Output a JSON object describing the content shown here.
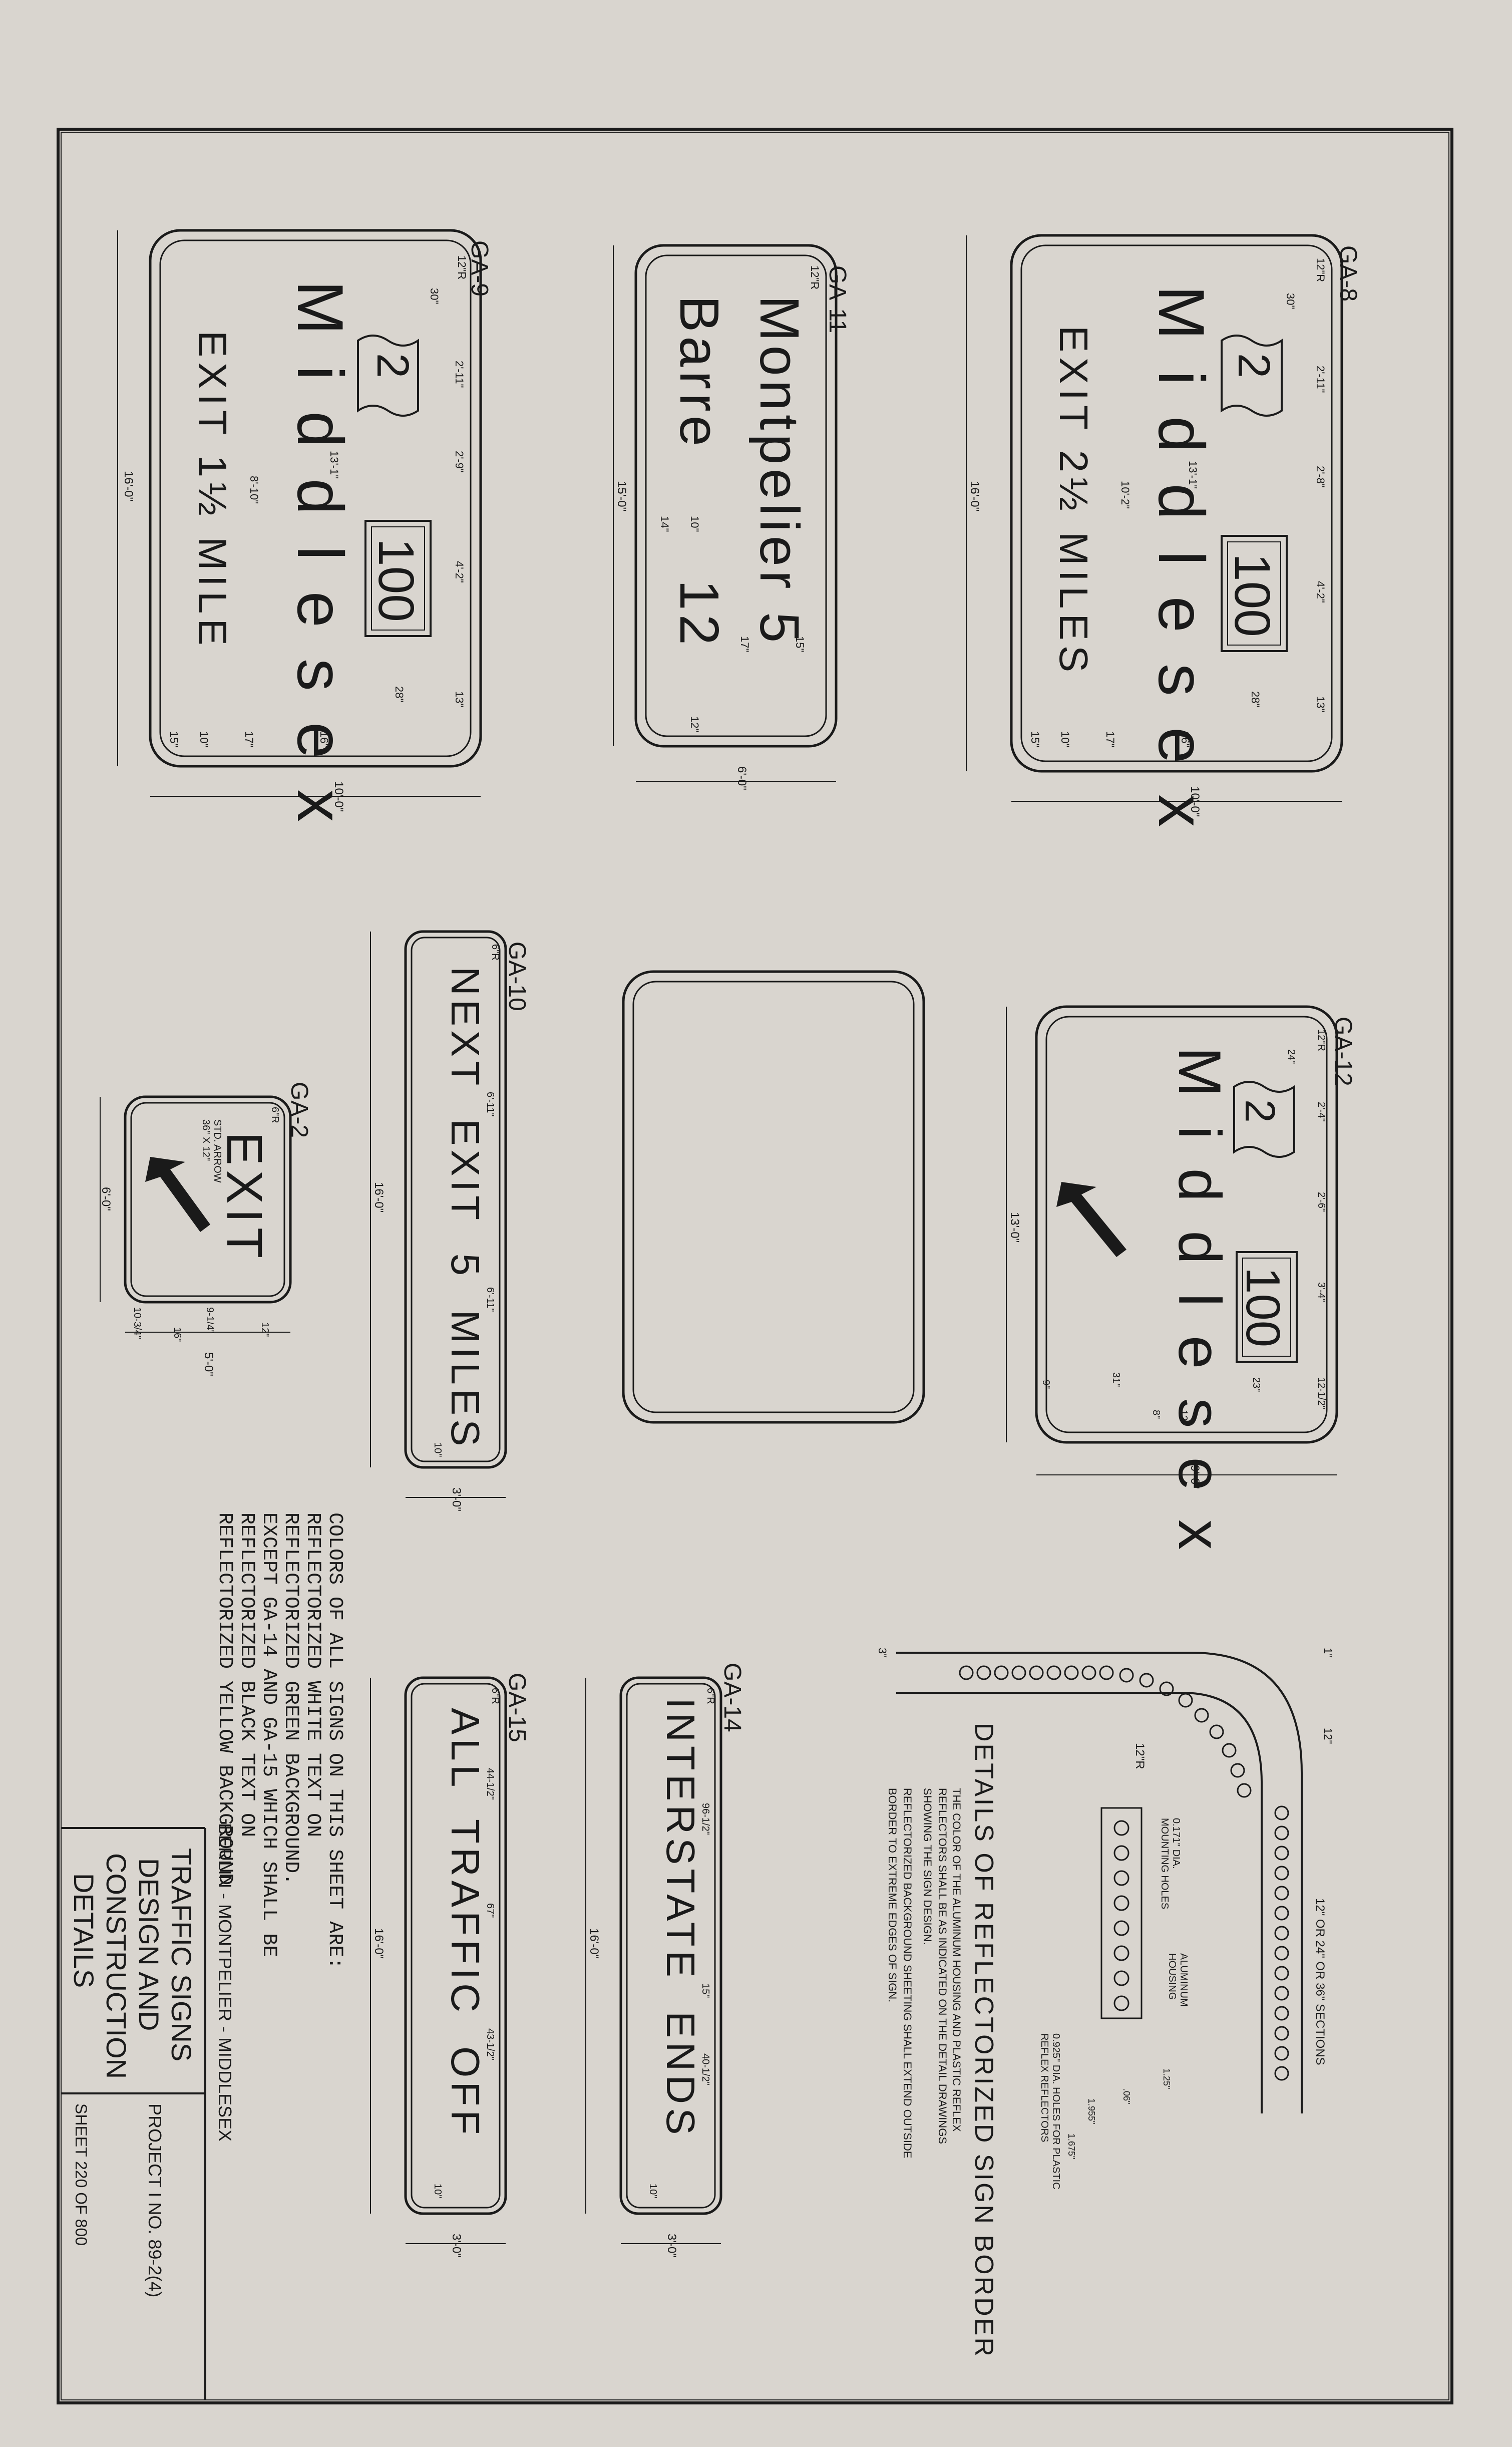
{
  "signs": [
    {
      "id": "GA-9",
      "lines": [
        "Middlesex",
        "EXIT 1½ MILE"
      ],
      "shield_route": "2",
      "box_route": "100",
      "dims": {
        "length": "16'-0\"",
        "height": "10'-0\"",
        "corner": "12\"R",
        "d1": "30\"",
        "d2": "2'-11\"",
        "d3": "2'-9\"",
        "d4": "4'-2\"",
        "d5": "13\"",
        "d6": "28\"",
        "d7": "13'-1\"",
        "d8": "8'-10\"",
        "d9": "15\"",
        "d10": "10\"",
        "d11": "17\"",
        "d12": "16\""
      }
    },
    {
      "id": "GA-11",
      "lines": [
        "Montpelier 5",
        "Barre 12"
      ],
      "dims": {
        "length": "15'-0\"",
        "height": "6'-0\"",
        "corner": "12\"R",
        "d1": "14\"",
        "d2": "10\"",
        "d3": "17\"",
        "d4": "15\"",
        "d5": "12\""
      }
    },
    {
      "id": "GA-8",
      "lines": [
        "Middlesex",
        "EXIT 2½ MILES"
      ],
      "shield_route": "2",
      "box_route": "100",
      "dims": {
        "length": "16'-0\"",
        "height": "10'-0\"",
        "corner": "12\"R",
        "d1": "30\"",
        "d2": "2'-11\"",
        "d3": "2'-8\"",
        "d4": "4'-2\"",
        "d5": "13\"",
        "d6": "28\"",
        "d7": "13'-1\"",
        "d8": "10'-2\"",
        "d9": "15\"",
        "d10": "10\"",
        "d11": "17\"",
        "d12": "16\""
      }
    },
    {
      "id": "GA-10",
      "lines": [
        "NEXT EXIT 5 MILES"
      ],
      "dims": {
        "length": "16'-0\"",
        "height": "3'-0\"",
        "corner": "6\"R",
        "d1": "6'-11\"",
        "d2": "6'-11\"",
        "d3": "10\""
      }
    },
    {
      "id": "GA-12",
      "lines": [
        "Middlesex"
      ],
      "shield_route": "2",
      "box_route": "100",
      "dims": {
        "length": "13'-0\"",
        "height": "9'-0\"",
        "corner": "12\"R",
        "d1": "24\"",
        "d2": "2'-4\"",
        "d3": "2'-6\"",
        "d4": "3'-4\"",
        "d5": "12-1/2\"",
        "d6": "23\"",
        "d7": "31\"",
        "d8": "8\"",
        "d9": "12\"",
        "d10": "9\""
      }
    },
    {
      "id": "GA-2",
      "lines": [
        "EXIT"
      ],
      "arrow_note": "STD. ARROW 36\" X 12\"",
      "dims": {
        "length": "6'-0\"",
        "height": "5'-0\"",
        "corner": "6\"R",
        "d1": "10-3/4\"",
        "d2": "16\"",
        "d3": "9-1/4\"",
        "d4": "12\""
      }
    },
    {
      "id": "GA-15",
      "lines": [
        "ALL TRAFFIC OFF"
      ],
      "dims": {
        "length": "16'-0\"",
        "height": "3'-0\"",
        "corner": "6\"R",
        "d1": "44-1/2\"",
        "d2": "67\"",
        "d3": "43-1/2\"",
        "d4": "10\""
      }
    },
    {
      "id": "GA-14",
      "lines": [
        "INTERSTATE ENDS"
      ],
      "dims": {
        "length": "16'-0\"",
        "height": "3'-0\"",
        "corner": "6\"R",
        "d1": "96-1/2\"",
        "d2": "15\"",
        "d3": "40-1/2\"",
        "d4": "10\""
      }
    }
  ],
  "border_detail": {
    "title": "DETAILS OF REFLECTORIZED SIGN BORDER",
    "notes": [
      "THE COLOR OF THE ALUMINUM HOUSING AND PLASTIC REFLEX",
      "REFLECTORS SHALL BE AS INDICATED ON THE DETAIL DRAWINGS",
      "SHOWING THE SIGN DESIGN.",
      "REFLECTORIZED BACKGROUND SHEETING SHALL EXTEND OUTSIDE",
      "BORDER TO EXTREME EDGES OF SIGN."
    ],
    "labels": {
      "sections": "12\" OR 24\" OR 36\" SECTIONS",
      "radius": "12\"R",
      "mounting": "0.171\" DIA. MOUNTING HOLES",
      "housing": "ALUMINUM HOUSING",
      "reflector_holes": "0.925\" DIA. HOLES FOR PLASTIC REFLEX REFLECTORS",
      "d_12": "12\"",
      "d_3": "3\"",
      "d_1": "1\"",
      "d_125": "1.25\"",
      "d_06": ".06\"",
      "d_1955": "1.955\"",
      "d_1675": "1.675\""
    }
  },
  "colors_note": [
    "COLORS OF ALL SIGNS ON THIS SHEET ARE:",
    "REFLECTORIZED WHITE TEXT ON",
    "REFLECTORIZED GREEN BACKGROUND.",
    "EXCEPT GA-14 AND GA-15 WHICH SHALL BE",
    "REFLECTORIZED BLACK TEXT ON",
    "REFLECTORIZED YELLOW BACKGROUND"
  ],
  "title_block": {
    "location": "BERLIN - MONTPELIER - MIDDLESEX",
    "title": [
      "TRAFFIC SIGNS",
      "DESIGN AND",
      "CONSTRUCTION",
      "DETAILS"
    ],
    "project": "PROJECT I NO. 89-2(4)",
    "sheet": "SHEET 220 OF 800"
  },
  "colors": {
    "paper": "#d9d5cf",
    "ink": "#1a1a1a"
  }
}
